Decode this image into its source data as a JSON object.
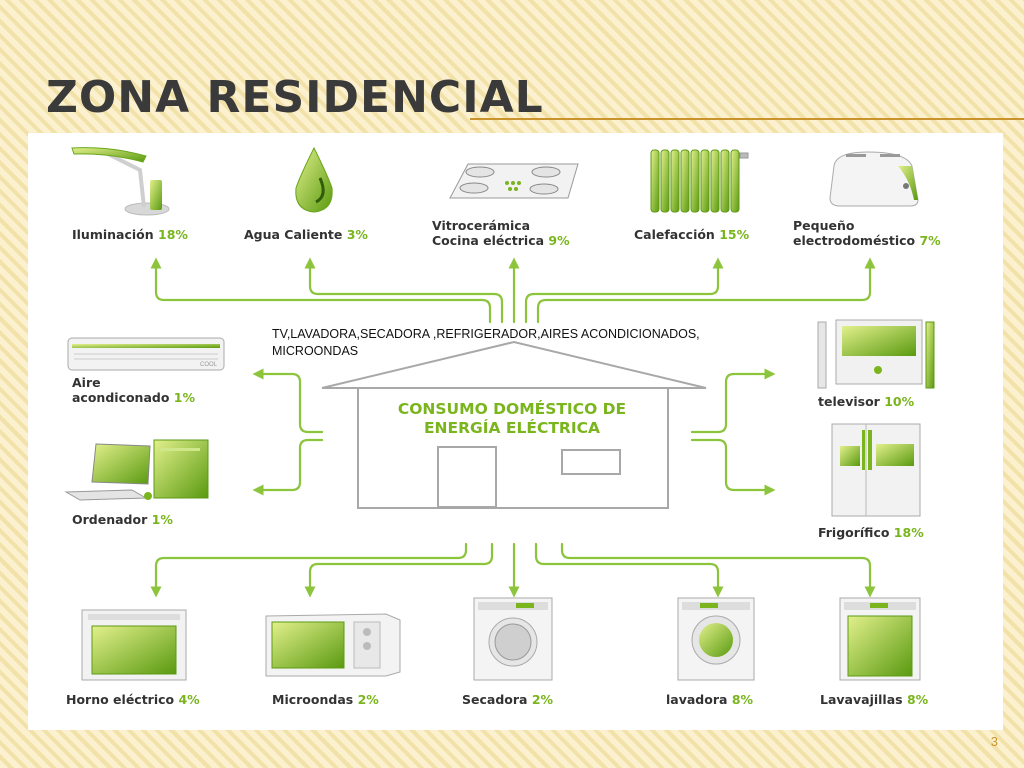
{
  "slide": {
    "title": "ZONA RESIDENCIAL",
    "page_number": "3"
  },
  "note": "TV,LAVADORA,SECADORA ,REFRIGERADOR,AIRES ACONDICIONADOS, MICROONDAS",
  "house": {
    "line1": "CONSUMO DOMÉSTICO DE",
    "line2": "ENERGÍA ELÉCTRICA"
  },
  "appliances": {
    "iluminacion": {
      "name": "Iluminación",
      "pct": "18%"
    },
    "agua": {
      "name": "Agua Caliente",
      "pct": "3%"
    },
    "vitro": {
      "name1": "Vitrocerámica",
      "name2": "Cocina eléctrica",
      "pct": "9%"
    },
    "calefaccion": {
      "name": "Calefacción",
      "pct": "15%"
    },
    "pequeno": {
      "name1": "Pequeño",
      "name2": "electrodoméstico",
      "pct": "7%"
    },
    "aire": {
      "name1": "Aire",
      "name2": "acondiconado",
      "pct": "1%",
      "cool": "COOL"
    },
    "ordenador": {
      "name": "Ordenador",
      "pct": "1%"
    },
    "televisor": {
      "name": "televisor",
      "pct": "10%"
    },
    "frigorifico": {
      "name": "Frigorífico",
      "pct": "18%"
    },
    "horno": {
      "name": "Horno eléctrico",
      "pct": "4%"
    },
    "microondas": {
      "name": "Microondas",
      "pct": "2%"
    },
    "secadora": {
      "name": "Secadora",
      "pct": "2%"
    },
    "lavadora": {
      "name": "lavadora",
      "pct": "8%"
    },
    "lavavajillas": {
      "name": "Lavavajillas",
      "pct": "8%"
    }
  },
  "colors": {
    "accent_green": "#7ab51d",
    "light_green": "#c8e36a",
    "title_gray": "#3a3a3a",
    "rule_gold": "#c9932e"
  }
}
